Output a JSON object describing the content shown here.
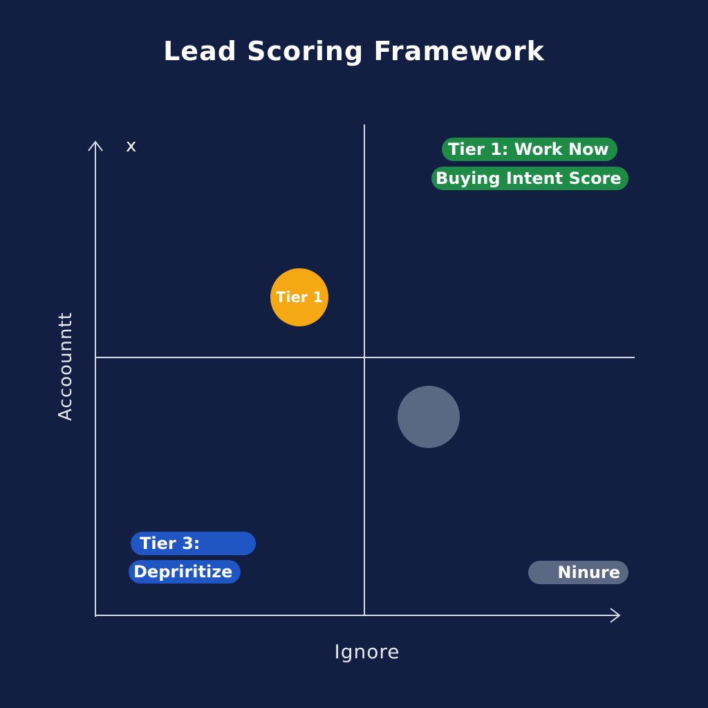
{
  "title": "Lead Scoring Framework",
  "axes": {
    "corner_mark": "x",
    "y_label": "Accoounntt",
    "x_label": "Ignore"
  },
  "top_right": {
    "label_1": "Tier 1: Work Now",
    "label_2": "Buying Intent Score"
  },
  "top_left": {
    "marker_label": "Tier 1"
  },
  "bottom_left": {
    "label_1": "Tier 3:",
    "label_2": "Depriritize"
  },
  "bottom_right": {
    "label": "Ninure"
  },
  "colors": {
    "background": "#121f42",
    "axis_line": "#d7dce8",
    "green_pill": "#1e8c47",
    "blue_pill": "#1f56c4",
    "gray_pill": "#5a6883",
    "amber_dot": "#f5a814",
    "slate_dot": "#5a6883"
  }
}
